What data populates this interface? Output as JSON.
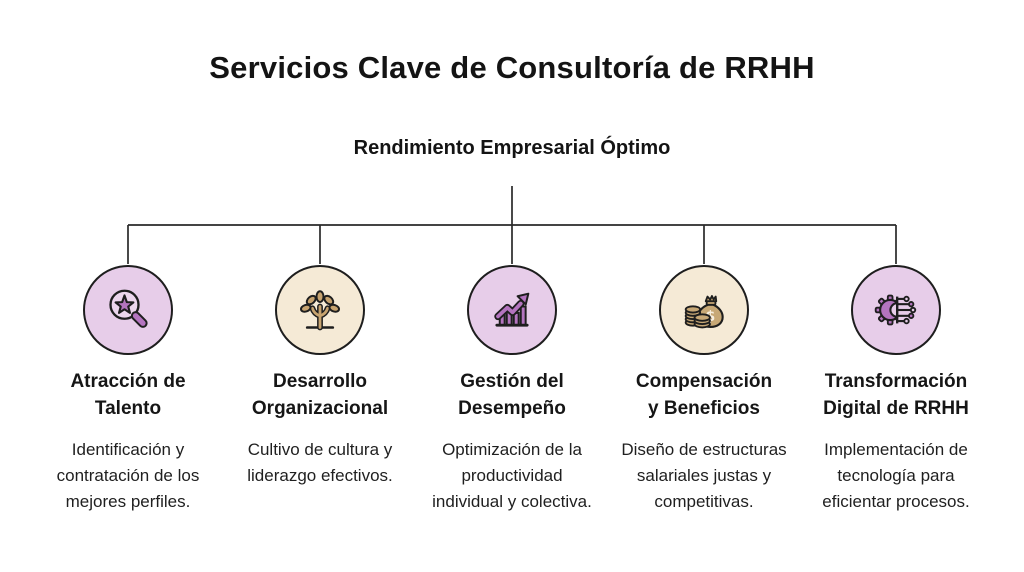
{
  "title": "Servicios Clave de Consultoría de RRHH",
  "root": {
    "label": "Rendimiento Empresarial Óptimo"
  },
  "palette": {
    "background": "#ffffff",
    "text": "#141414",
    "connector_line": "#2a2a2a",
    "outline": "#1e1e1e",
    "purple_circle_fill": "#E7CDE9",
    "purple_accent": "#B474BF",
    "tan_circle_fill": "#F5EAD6",
    "tan_accent": "#C7A876"
  },
  "services": [
    {
      "icon": "magnifier-star-icon",
      "theme": "purple",
      "title": "Atracción de Talento",
      "description": "Identificación y contratación de los mejores perfiles."
    },
    {
      "icon": "growth-tree-icon",
      "theme": "tan",
      "title": "Desarrollo Organizacional",
      "description": "Cultivo de cultura y liderazgo efectivos."
    },
    {
      "icon": "rising-bar-chart-icon",
      "theme": "purple",
      "title": "Gestión del Desempeño",
      "description": "Optimización de la productividad individual y colectiva."
    },
    {
      "icon": "money-bag-coins-icon",
      "theme": "tan",
      "title": "Compensación y Beneficios",
      "description": "Diseño de estructuras salariales justas y competitivas."
    },
    {
      "icon": "gear-circuit-icon",
      "theme": "purple",
      "title": "Transformación Digital de RRHH",
      "description": "Implementación de tecnología para eficientar procesos."
    }
  ]
}
